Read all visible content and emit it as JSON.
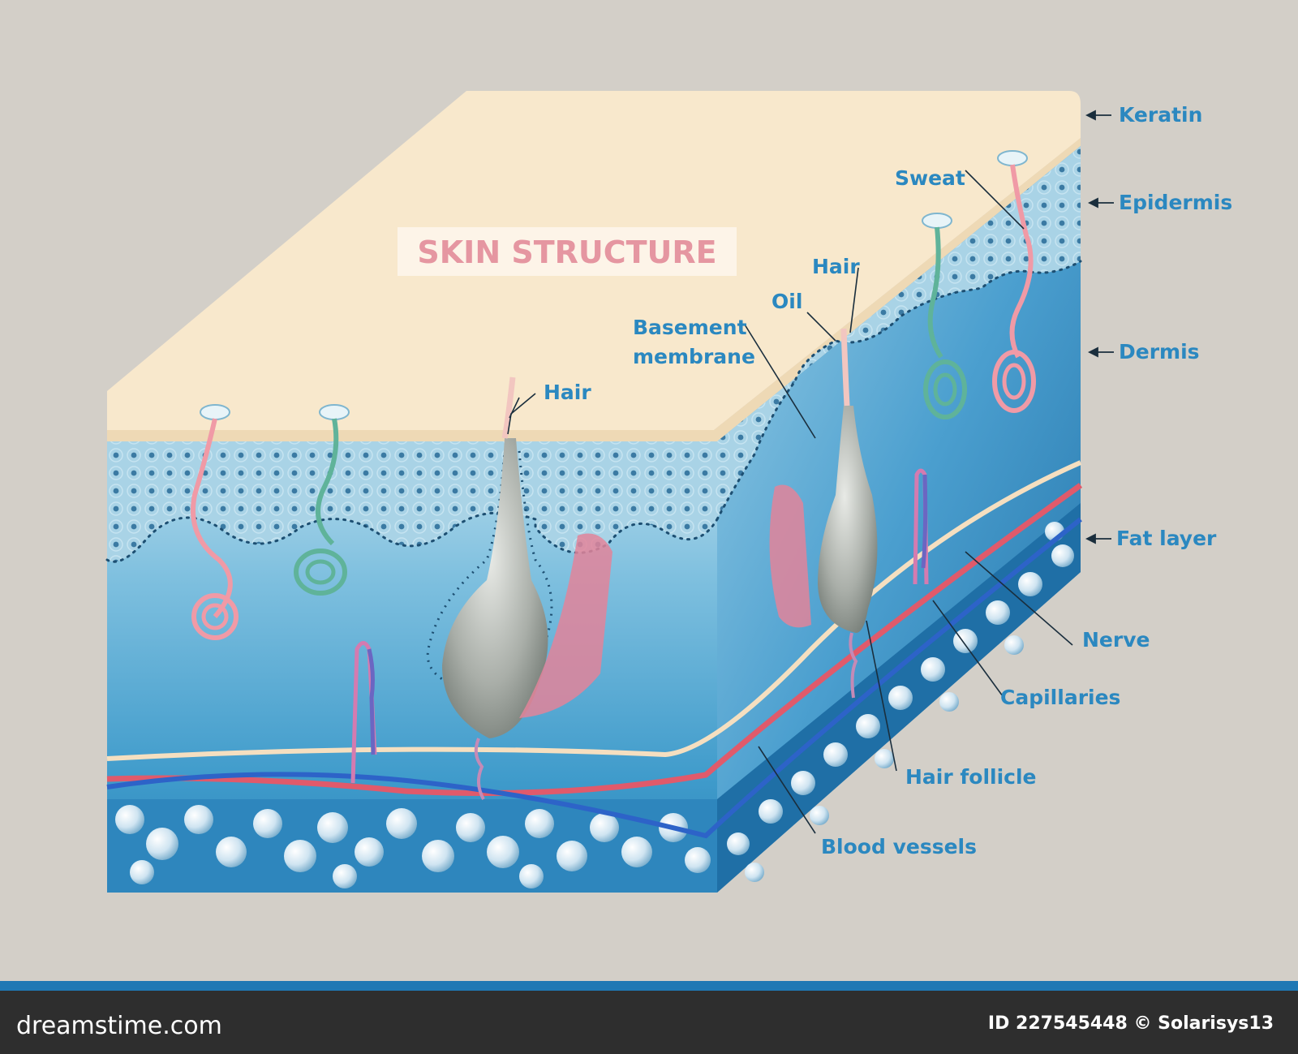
{
  "title": "SKIN STRUCTURE",
  "labels": {
    "keratin": "Keratin",
    "epidermis": "Epidermis",
    "dermis": "Dermis",
    "fat_layer": "Fat layer",
    "nerve": "Nerve",
    "capillaries": "Capillaries",
    "hair_follicle": "Hair follicle",
    "blood_vessels": "Blood vessels",
    "sweat": "Sweat",
    "hair_right": "Hair",
    "oil": "Oil",
    "basement_membrane_line1": "Basement",
    "basement_membrane_line2": "membrane",
    "hair_left": "Hair"
  },
  "footer": {
    "site": "dreamstime.com",
    "id": "ID 227545448 © Solarisys13"
  },
  "colors": {
    "background": "#d3cfc8",
    "keratin_top": "#f8e8cc",
    "epidermis": "#a9d3e6",
    "dermis": "#3f9bcb",
    "fat": "#1f6fa6",
    "label_blue": "#2b88c0",
    "title_pink": "#e596a1",
    "artery": "#e05a6b",
    "vein": "#2d63c8",
    "nerve": "#f5dfc0"
  }
}
